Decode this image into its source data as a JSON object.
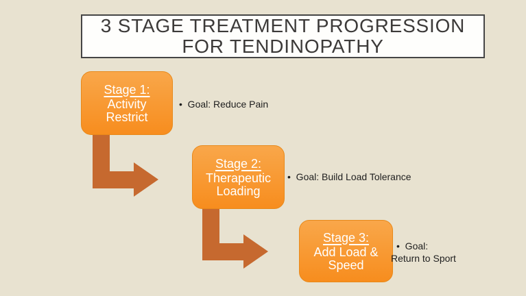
{
  "slide": {
    "title": {
      "line1": "3 STAGE TREATMENT PROGRESSION",
      "line2": "FOR TENDINOPATHY"
    }
  },
  "stages": [
    {
      "heading": "Stage 1:",
      "body_lines": [
        "Activity",
        "Restrict"
      ],
      "goal_lines": [
        "•  Goal: Reduce Pain"
      ]
    },
    {
      "heading": "Stage 2:",
      "body_lines": [
        "Therapeutic",
        "Loading"
      ],
      "goal_lines": [
        "•  Goal: Build Load Tolerance"
      ]
    },
    {
      "heading": "Stage 3:",
      "body_lines": [
        "Add Load &",
        "Speed"
      ],
      "goal_lines": [
        "•  Goal:",
        "Return to Sport"
      ]
    }
  ],
  "colors": {
    "background": "#E8E2D0",
    "box_gradient_top": "#F9A74A",
    "box_gradient_bottom": "#F78D1E",
    "box_border": "#E8891A",
    "arrow": "#C6692F",
    "title_text": "#3C3A39",
    "title_border": "#454545",
    "goal_text": "#1E1E1E"
  }
}
